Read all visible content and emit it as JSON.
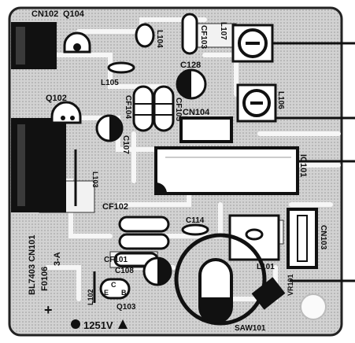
{
  "board": {
    "silkscreen": {
      "cn102": "CN102",
      "q104": "Q104",
      "cf103": "CF103",
      "l107": "L107",
      "l104": "L104",
      "c128": "C128",
      "l105": "L105",
      "q102": "Q102",
      "cf104": "CF104",
      "cf105": "CF105",
      "cn104": "CN104",
      "l106": "L106",
      "c107": "C107",
      "ic101": "IC101",
      "l103": "L103",
      "cf102": "CF102",
      "c114": "C114",
      "cn103": "CN103",
      "cn101": "BL7403 CN101",
      "f0106": "F0106",
      "board_rev": "3-A",
      "cf101": "CF101",
      "c108": "C108",
      "l101": "L101",
      "l102": "L102",
      "q103": "Q103",
      "vr101": "VR101",
      "saw101": "SAW101",
      "part_no": "1251V",
      "plus_mark": "+",
      "q_c": "C",
      "q_b": "B",
      "q_e": "E"
    }
  },
  "colors": {
    "copper": "#1a1a1a",
    "substrate": "#e9e9e9",
    "background": "#ffffff"
  }
}
